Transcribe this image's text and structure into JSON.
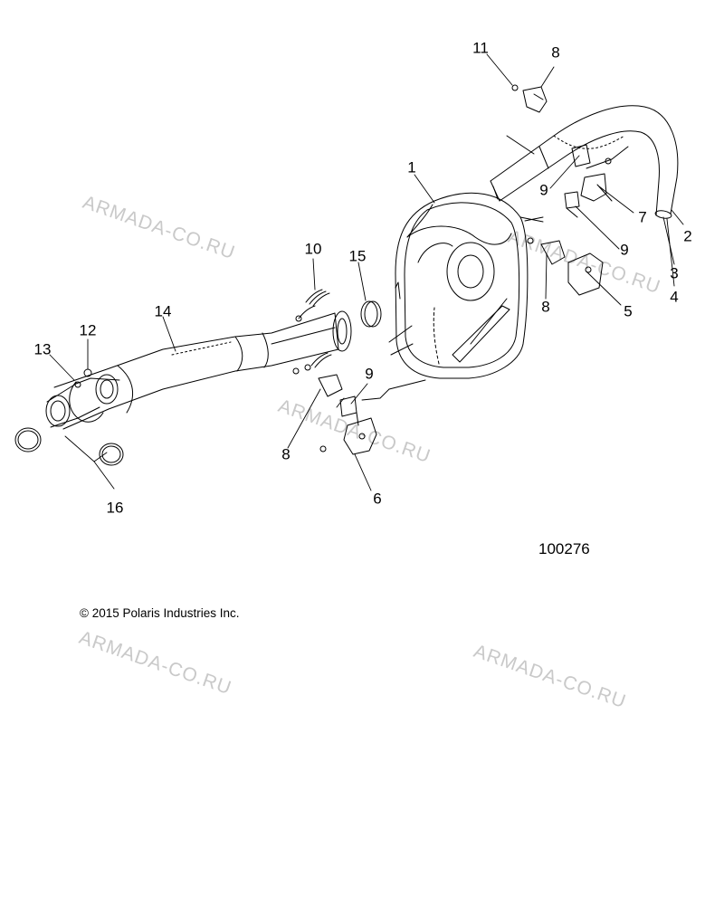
{
  "diagram_number": "100276",
  "copyright": "© 2015 Polaris Industries Inc.",
  "watermark": "ARMADA-CO.RU",
  "callouts": [
    "1",
    "2",
    "3",
    "4",
    "5",
    "6",
    "7",
    "8",
    "8",
    "8",
    "9",
    "9",
    "9",
    "10",
    "11",
    "12",
    "13",
    "14",
    "15",
    "16"
  ],
  "line_color": "#000000",
  "watermark_color": "#c9c9c9"
}
